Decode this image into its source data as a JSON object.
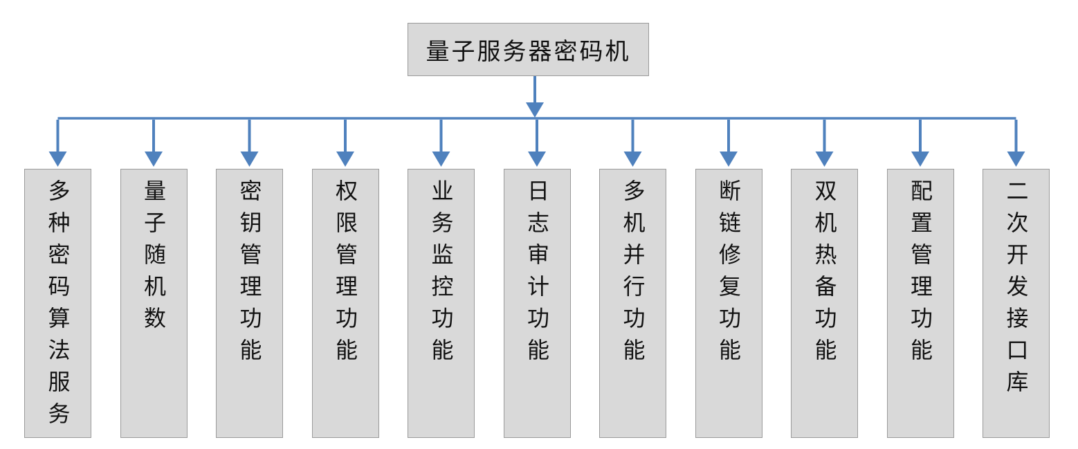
{
  "diagram": {
    "root": {
      "label": "量子服务器密码机"
    },
    "children": [
      {
        "label": "多种密码算法服务"
      },
      {
        "label": "量子随机数"
      },
      {
        "label": "密钥管理功能"
      },
      {
        "label": "权限管理功能"
      },
      {
        "label": "业务监控功能"
      },
      {
        "label": "日志审计功能"
      },
      {
        "label": "多机并行功能"
      },
      {
        "label": "断链修复功能"
      },
      {
        "label": "双机热备功能"
      },
      {
        "label": "配置管理功能"
      },
      {
        "label": "二次开发接口库"
      }
    ],
    "colors": {
      "background": "#ffffff",
      "box_fill": "#d9d9d9",
      "box_border": "#9a9a9a",
      "connector": "#4f81bd",
      "text": "#111111"
    }
  }
}
